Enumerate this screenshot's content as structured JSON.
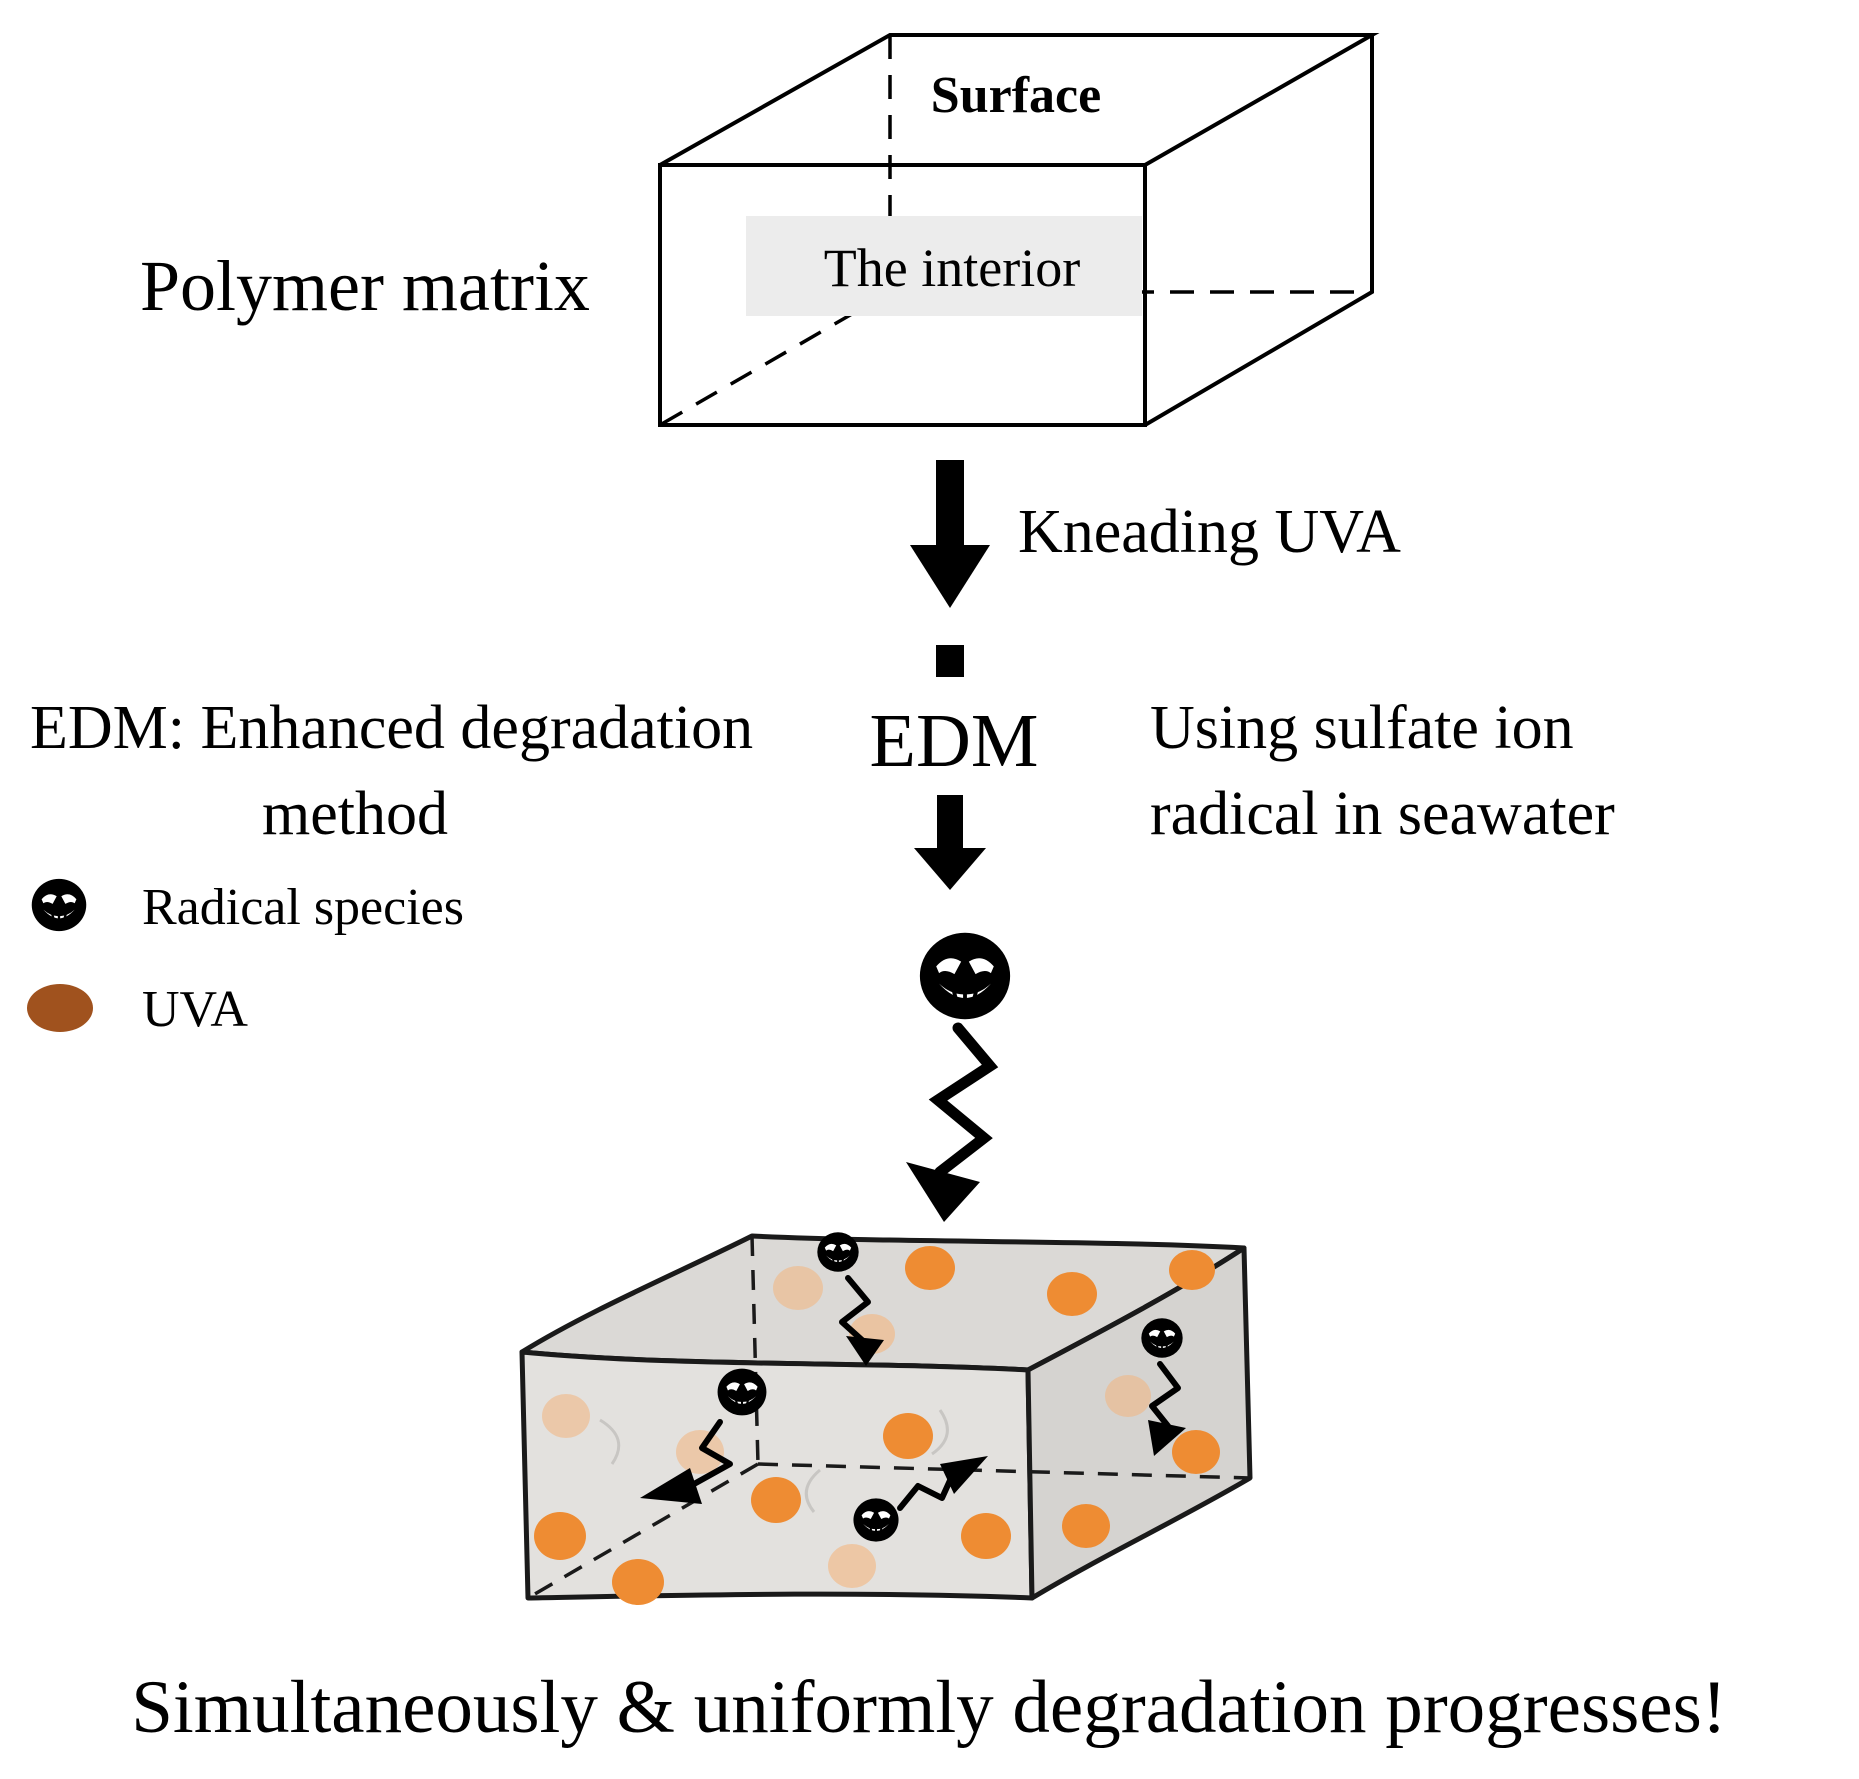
{
  "labels": {
    "polymer_matrix": "Polymer matrix",
    "surface": "Surface",
    "interior": "The interior",
    "kneading": "Kneading UVA",
    "edm_definition_line1": "EDM: Enhanced degradation",
    "edm_definition_line2": "method",
    "edm": "EDM",
    "edm_right_line1": "Using sulfate ion",
    "edm_right_line2": "radical in seawater",
    "legend_radical": "Radical species",
    "legend_uva": "UVA",
    "caption": "Simultaneously & uniformly degradation progresses!"
  },
  "colors": {
    "ink": "#000000",
    "uva_legend": "#a0521e",
    "uva_dot": "#ee8c33",
    "uva_dot_faded": "#f3b57e",
    "box_top": "#dbd9d6",
    "box_front": "#e3e1de",
    "box_right": "#d5d3d0",
    "interior_highlight": "#ececec"
  }
}
